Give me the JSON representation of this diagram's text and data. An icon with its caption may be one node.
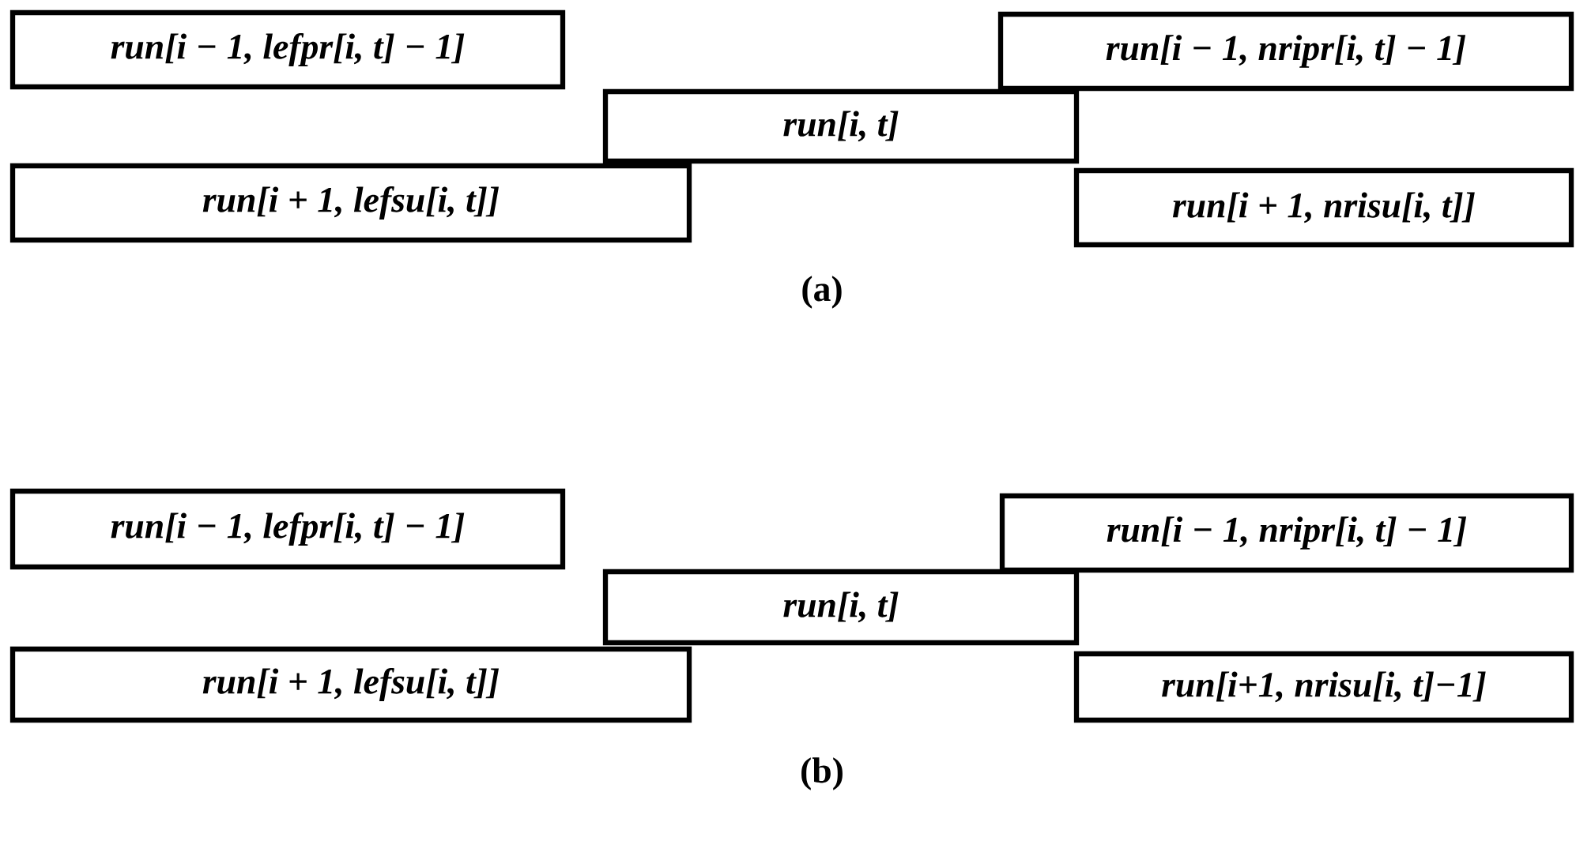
{
  "diagram": {
    "nodes": [
      {
        "text": [
          "run[i − 1, lefpr[i, t] − 1]"
        ]
      },
      {
        "text": [
          "run[i − 1, nripr[i, t] − 1]"
        ]
      },
      {
        "text": [
          "run[i, t]"
        ]
      },
      {
        "text": [
          "run[i + 1, lefsu[i, t]]"
        ]
      },
      {
        "text": [
          "run[i + 1, nrisu[i, t]]"
        ]
      },
      {
        "text": [
          "run[i − 1, lefpr[i, t] − 1]"
        ]
      },
      {
        "text": [
          "run[i − 1, nripr[i, t] − 1]"
        ]
      },
      {
        "text": [
          "run[i, t]"
        ]
      },
      {
        "text": [
          "run[i + 1, lefsu[i, t]]"
        ]
      },
      {
        "text": [
          "run[i+1, nrisu[i, t]−1]"
        ]
      }
    ],
    "labels": [
      "(a)",
      "(b)"
    ]
  }
}
